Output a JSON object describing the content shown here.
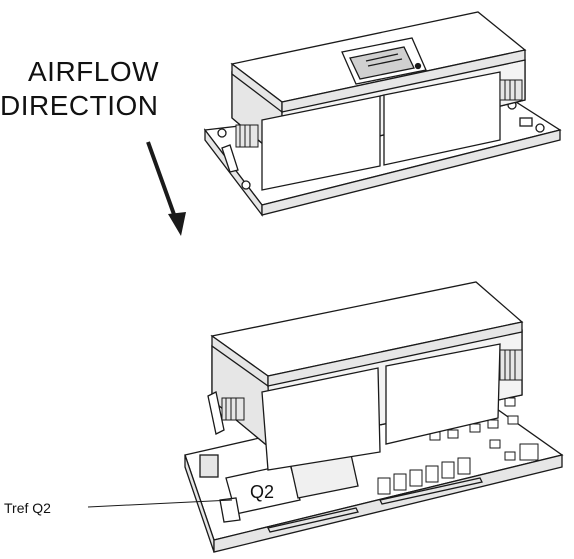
{
  "labels": {
    "airflow_line1": "AIRFLOW",
    "airflow_line2": "DIRECTION",
    "tref": "Tref Q2",
    "q2": "Q2"
  },
  "colors": {
    "line": "#1a1a1a",
    "fill": "#ffffff",
    "shade": "#e6e6e6",
    "dark": "#555555"
  }
}
